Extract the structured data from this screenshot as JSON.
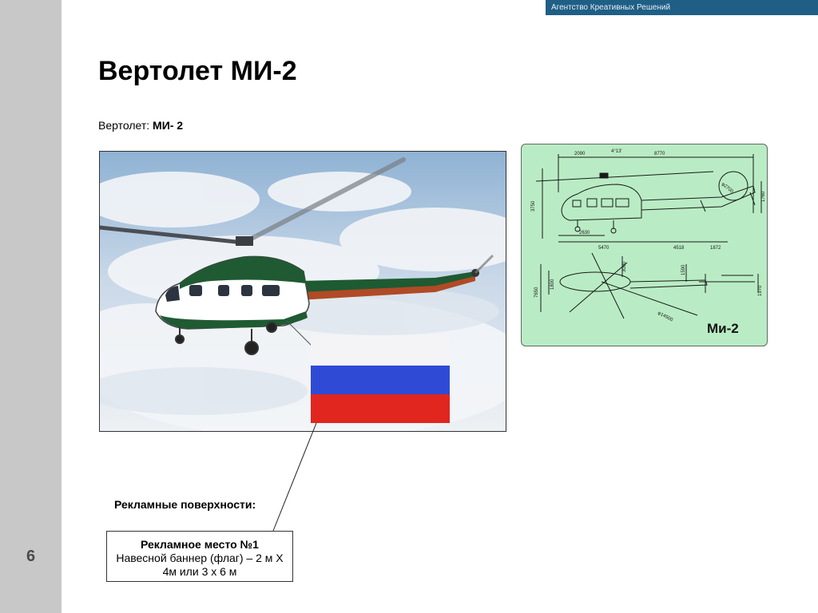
{
  "header": {
    "agency": "Агентство Креативных Решений"
  },
  "slide": {
    "title": "Вертолет МИ-2",
    "subtitle_label": "Вертолет:",
    "subtitle_value": "МИ- 2",
    "page_number": "6"
  },
  "schematic": {
    "model_label": "Ми-2",
    "dimensions": [
      "2090",
      "4°13'",
      "8770",
      "3750",
      "2630",
      "5470",
      "4518",
      "1872",
      "1760",
      "3000",
      "1590",
      "7650",
      "1800",
      "1970",
      "φ14500",
      "φ2700"
    ]
  },
  "ad": {
    "section_label": "Рекламные поверхности:",
    "place_title": "Рекламное место №1",
    "place_desc": "Навесной баннер (флаг) – 2 м Х 4м или 3 х 6 м"
  },
  "colors": {
    "accent": "#1f5f86",
    "sidebar": "#c8c8c8",
    "schematic_bg": "#b9ecc4"
  }
}
